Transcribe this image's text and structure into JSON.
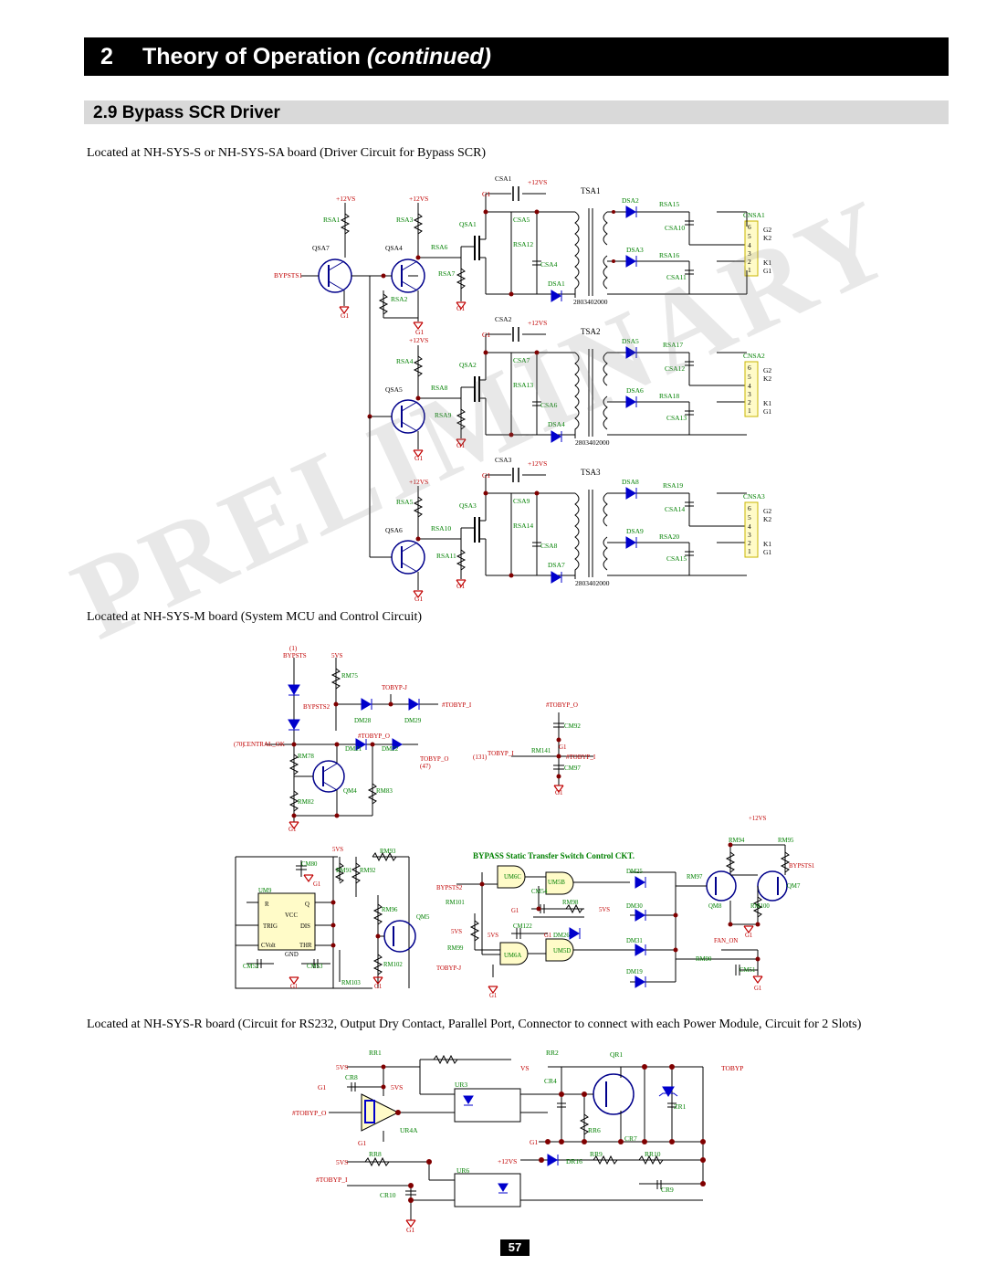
{
  "header": {
    "chapter_number": "2",
    "chapter_title": "Theory of Operation",
    "continued": "(continued)"
  },
  "section_title": "2.9 Bypass SCR Driver",
  "captions": {
    "driver": "Located at NH-SYS-S or NH-SYS-SA board (Driver Circuit for Bypass SCR)",
    "mcu": "Located at NH-SYS-M board (System MCU and Control Circuit)",
    "rboard": "Located at NH-SYS-R board (Circuit for RS232, Output Dry Contact, Parallel Port, Connector to connect with each Power Module, Circuit for 2 Slots)"
  },
  "watermark": "PRELIMINARY",
  "page_number": "57",
  "schematic_labels": {
    "v12": "+12VS",
    "gnd": "G1",
    "v5": "5VS",
    "bypsts1": "BYPSTS1",
    "bypsts": "BYPSTS",
    "bypsts2": "BYPSTS2",
    "tobyp_j": "TOBYP-J",
    "tobyp_i": "#TOBYP_I",
    "tobyp_o_n": "#TOBYP_O",
    "tobyp_o": "TOBYP_O",
    "tobyp_i2": "TOBYP_I",
    "central_ok": "CENTRAL_OK",
    "fan_on": "FAN_ON",
    "tobyp": "TOBYP",
    "vs": "VS",
    "v12b": "+12VS",
    "bypass_title": "BYPASS Static Transfer Switch Control CKT.",
    "part": "2803402000",
    "ch1": {
      "tsa": "TSA1",
      "csa": "CSA1",
      "qsa_n": "QSA1",
      "qsa_b1": "QSA7",
      "qsa_b2": "QSA4",
      "r_top1": "RSA1",
      "r_top2": "RSA3",
      "r_g": "RSA6",
      "r_e": "RSA7",
      "r_b": "RSA2",
      "c_a": "CSA5",
      "c_b": "CSA4",
      "r_c": "RSA12",
      "d_a": "DSA1",
      "d_b": "DSA2",
      "d_c": "DSA3",
      "r_o1": "RSA15",
      "r_o2": "RSA16",
      "c_o1": "CSA10",
      "c_o2": "CSA11",
      "cn": "CNSA1"
    },
    "ch2": {
      "tsa": "TSA2",
      "csa": "CSA2",
      "qsa_n": "QSA2",
      "qsa_b2": "QSA5",
      "r_top2": "RSA4",
      "r_g": "RSA8",
      "r_e": "RSA9",
      "c_a": "CSA7",
      "c_b": "CSA6",
      "r_c": "RSA13",
      "d_a": "DSA4",
      "d_b": "DSA5",
      "d_c": "DSA6",
      "r_o1": "RSA17",
      "r_o2": "RSA18",
      "c_o1": "CSA12",
      "c_o2": "CSA13",
      "cn": "CNSA2"
    },
    "ch3": {
      "tsa": "TSA3",
      "csa": "CSA3",
      "qsa_n": "QSA3",
      "qsa_b2": "QSA6",
      "r_top2": "RSA5",
      "r_g": "RSA10",
      "r_e": "RSA11",
      "c_a": "CSA9",
      "c_b": "CSA8",
      "r_c": "RSA14",
      "d_a": "DSA7",
      "d_b": "DSA8",
      "d_c": "DSA9",
      "r_o1": "RSA19",
      "r_o2": "RSA20",
      "c_o1": "CSA14",
      "c_o2": "CSA15",
      "cn": "CNSA3"
    },
    "pins": [
      "6",
      "5",
      "4",
      "3",
      "2",
      "1"
    ],
    "pin_names": [
      "G2",
      "K2",
      "",
      "",
      "K1",
      "G1"
    ],
    "mcu": {
      "rm75": "RM75",
      "dm28": "DM28",
      "dm29": "DM29",
      "dm21": "DM21",
      "dm22": "DM22",
      "rm78": "RM78",
      "qm4": "QM4",
      "rm83": "RM83",
      "rm82": "RM82",
      "cm92": "CM92",
      "rm141": "RM141",
      "cm97": "CM97",
      "n1": "(1)",
      "n70": "(70)",
      "n47": "(47)",
      "n131": "(131)"
    },
    "bypass": {
      "um9": "UM9",
      "cm80": "CM80",
      "rm91": "RM91",
      "rm92": "RM92",
      "rm93": "RM93",
      "rm96": "RM96",
      "qm5": "QM5",
      "rm102": "RM102",
      "cm52": "CM52",
      "cm53": "CM53",
      "rm103": "RM103",
      "um6c": "UM6C",
      "um5b": "UM5B",
      "cm54": "CM54",
      "rm101": "RM101",
      "rm98": "RM98",
      "cm122": "CM122",
      "dm26": "DM26",
      "rm99": "RM99",
      "um6a": "UM6A",
      "um5d": "UM5D",
      "dm25": "DM25",
      "dm30": "DM30",
      "dm31": "DM31",
      "dm19": "DM19",
      "rm97": "RM97",
      "rm94": "RM94",
      "rm95": "RM95",
      "qm8": "QM8",
      "qm7": "QM7",
      "rm100": "RM100",
      "rm90": "RM90",
      "cm51": "CM51",
      "p_r": "R",
      "p_q": "Q",
      "p_trig": "TRIG",
      "p_dis": "DIS",
      "p_cv": "CVolt",
      "p_thr": "THR",
      "p_vcc": "VCC",
      "p_gnd": "GND"
    },
    "rb": {
      "rr1": "RR1",
      "rr2": "RR2",
      "qr1": "QR1",
      "cr8": "CR8",
      "ur3": "UR3",
      "cr4": "CR4",
      "zr1": "ZR1",
      "ur4a": "UR4A",
      "rr6": "RR6",
      "cr7": "CR7",
      "rr8": "RR8",
      "dr16": "DR16",
      "rr9": "RR9",
      "rr10": "RR10",
      "ur6": "UR6",
      "cr10": "CR10",
      "cr9": "CR9"
    }
  }
}
